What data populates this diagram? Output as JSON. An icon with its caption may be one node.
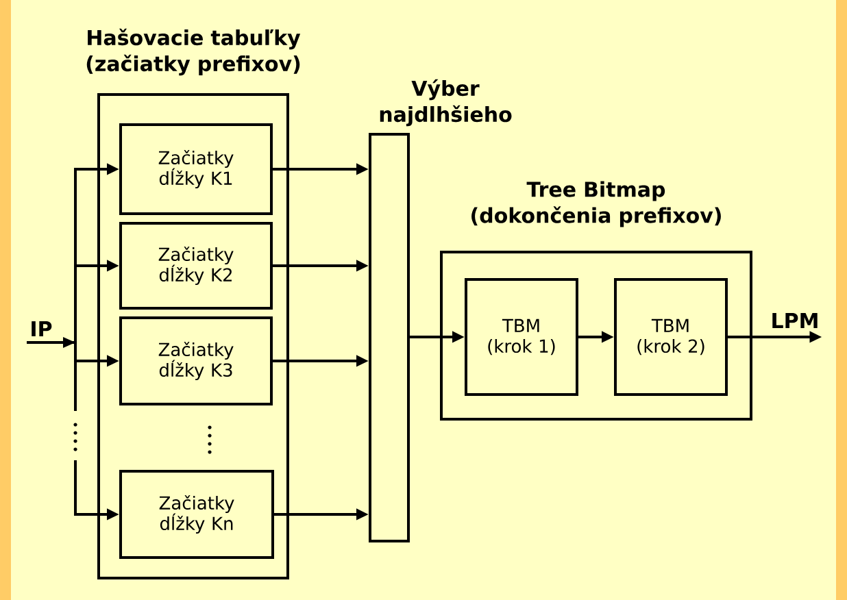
{
  "diagram": {
    "nodes": [
      {
        "text": [
          "Hašovacie tabuľky (začiatky prefixov)"
        ]
      },
      {
        "text": [
          "Začiatky dĺžky K1"
        ],
        "in": 0
      },
      {
        "text": [
          "Začiatky dĺžky K2"
        ],
        "in": 0
      },
      {
        "text": [
          "Začiatky dĺžky K3"
        ],
        "in": 0
      },
      {
        "text": [
          "Začiatky dĺžky Kn"
        ],
        "in": 0
      },
      {
        "text": [
          "Výber najdlhšieho"
        ]
      },
      {
        "text": [
          "Tree Bitmap (dokončenia prefixov)"
        ]
      },
      {
        "text": [
          "TBM (krok 1)"
        ],
        "in": 6
      },
      {
        "text": [
          "TBM (krok 2)"
        ],
        "in": 6
      },
      {
        "text": [
          "IP"
        ]
      },
      {
        "text": [
          "LPM"
        ]
      }
    ],
    "edges": [
      {
        "from": 9,
        "to": 1,
        "arrow": "to"
      },
      {
        "from": 9,
        "to": 2,
        "arrow": "to"
      },
      {
        "from": 9,
        "to": 3,
        "arrow": "to"
      },
      {
        "from": 9,
        "to": 4,
        "arrow": "to"
      },
      {
        "from": 1,
        "to": 5,
        "arrow": "to"
      },
      {
        "from": 2,
        "to": 5,
        "arrow": "to"
      },
      {
        "from": 3,
        "to": 5,
        "arrow": "to"
      },
      {
        "from": 4,
        "to": 5,
        "arrow": "to"
      },
      {
        "from": 5,
        "to": 7,
        "arrow": "to"
      },
      {
        "from": 7,
        "to": 8,
        "arrow": "to"
      },
      {
        "from": 8,
        "to": 10,
        "arrow": "to"
      }
    ]
  }
}
